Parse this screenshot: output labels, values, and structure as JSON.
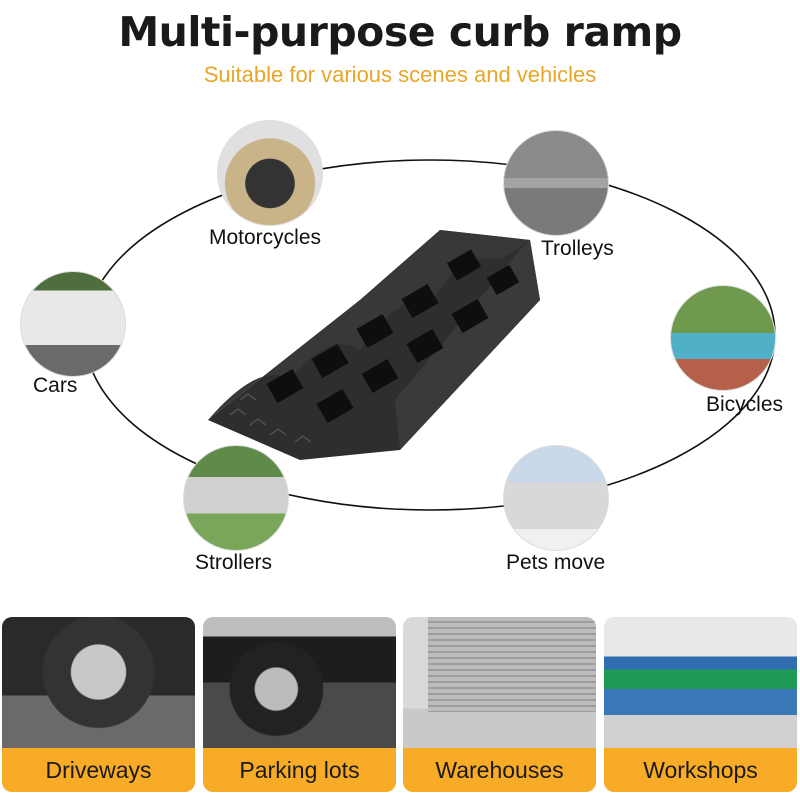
{
  "header": {
    "title": "Multi-purpose curb ramp",
    "subtitle": "Suitable for various scenes and vehicles"
  },
  "colors": {
    "accent": "#f7ab26",
    "subtitle": "#e8a628",
    "title": "#1a1a1a",
    "ramp": "#2b2b2b"
  },
  "product": {
    "name": "curb ramp",
    "icon": "ramp-image"
  },
  "scenes": [
    {
      "label": "Motorcycles",
      "icon": "motorcycle-image"
    },
    {
      "label": "Trolleys",
      "icon": "trolley-image"
    },
    {
      "label": "Cars",
      "icon": "car-image"
    },
    {
      "label": "Bicycles",
      "icon": "bicycle-image"
    },
    {
      "label": "Strollers",
      "icon": "stroller-image"
    },
    {
      "label": "Pets move",
      "icon": "dog-image"
    }
  ],
  "locations": [
    {
      "label": "Driveways",
      "icon": "car-wheel-image"
    },
    {
      "label": "Parking lots",
      "icon": "parked-car-image"
    },
    {
      "label": "Warehouses",
      "icon": "roller-door-image"
    },
    {
      "label": "Workshops",
      "icon": "conveyor-machine-image"
    }
  ]
}
